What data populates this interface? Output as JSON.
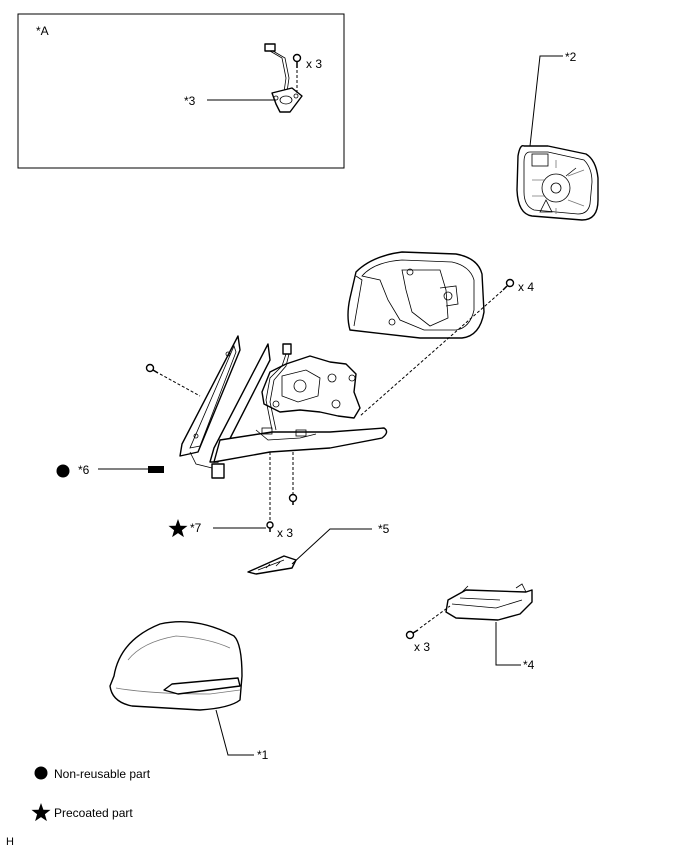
{
  "callouts": {
    "inset": "*A",
    "c1": "*1",
    "c2": "*2",
    "c3": "*3",
    "c4": "*4",
    "c5": "*5",
    "c6": "*6",
    "c7": "*7"
  },
  "quantities": {
    "inset_screw": "x 3",
    "glass_screw": "x 4",
    "frame_screw": "x 3",
    "signal_screw": "x 3"
  },
  "legend": {
    "non_reusable": "Non-reusable part",
    "precoated": "Precoated part"
  },
  "corner_mark": "H",
  "icons": {
    "non_reusable": "filled-circle-icon",
    "precoated": "filled-star-icon"
  }
}
